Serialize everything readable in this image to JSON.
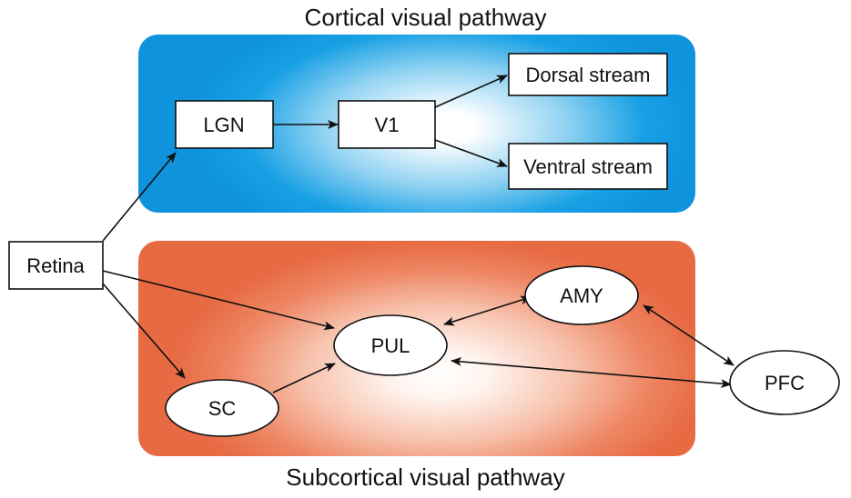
{
  "titles": {
    "cortical": "Cortical visual pathway",
    "subcortical": "Subcortical visual pathway"
  },
  "nodes": {
    "retina": "Retina",
    "lgn": "LGN",
    "v1": "V1",
    "dorsal": "Dorsal stream",
    "ventral": "Ventral stream",
    "pul": "PUL",
    "sc": "SC",
    "amy": "AMY",
    "pfc": "PFC"
  },
  "colors": {
    "cortical_region": "#18a0e4",
    "subcortical_region": "#e76a43",
    "arrow": "#111111"
  }
}
